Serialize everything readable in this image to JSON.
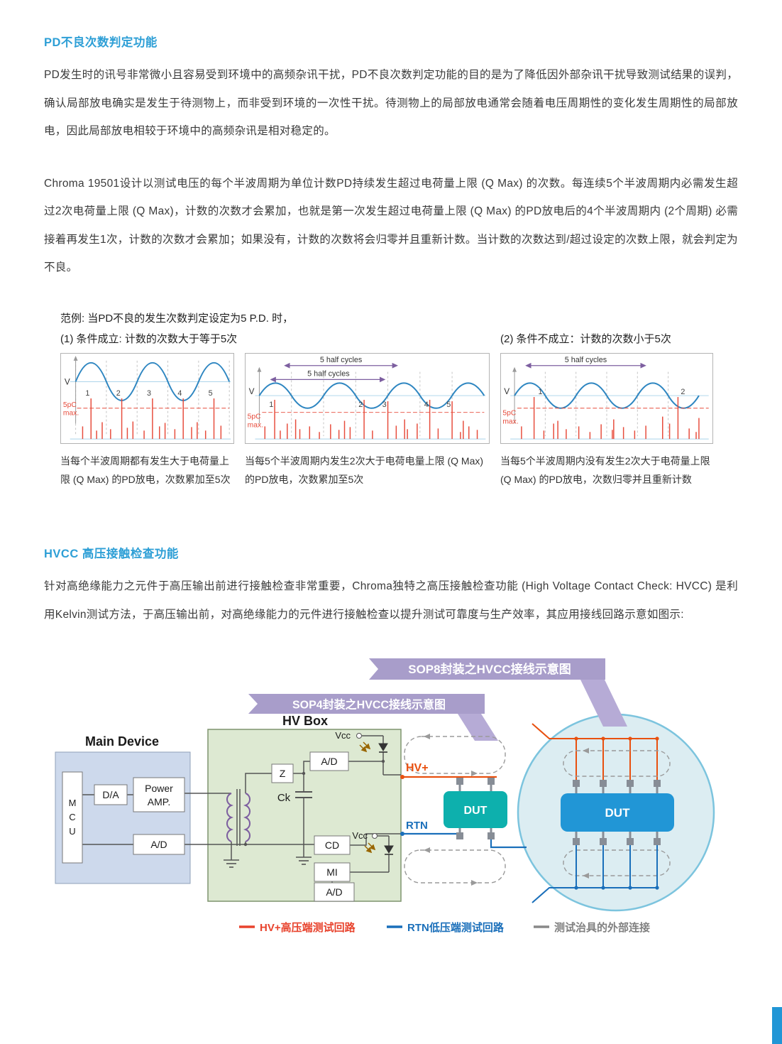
{
  "doc": {
    "section1": {
      "heading": "PD不良次数判定功能",
      "para1": "PD发生时的讯号非常微小且容易受到环境中的高频杂讯干扰，PD不良次数判定功能的目的是为了降低因外部杂讯干扰导致测试结果的误判，确认局部放电确实是发生于待测物上，而非受到环境的一次性干扰。待测物上的局部放电通常会随着电压周期性的变化发生周期性的局部放电，因此局部放电相较于环境中的高频杂讯是相对稳定的。",
      "para2": "Chroma 19501设计以测试电压的每个半波周期为单位计数PD持续发生超过电荷量上限 (Q Max) 的次数。每连续5个半波周期内必需发生超过2次电荷量上限 (Q Max)，计数的次数才会累加，也就是第一次发生超过电荷量上限 (Q Max) 的PD放电后的4个半波周期内 (2个周期) 必需接着再发生1次，计数的次数才会累加；如果没有，计数的次数将会归零并且重新计数。当计数的次数达到/超过设定的次数上限，就会判定为不良。"
    },
    "example": {
      "title": "范例: 当PD不良的发生次数判定设定为5 P.D. 时，",
      "cond_met": "(1) 条件成立: 计数的次数大于等于5次",
      "cond_not_met": "(2) 条件不成立：计数的次数小于5次",
      "axis_v": "V",
      "threshold_line1": "5pC",
      "threshold_line2": "max.",
      "half_cycles": "5 half cycles",
      "chart1_numbers": [
        "1",
        "2",
        "3",
        "4",
        "5"
      ],
      "chart2_numbers": [
        "1",
        "2",
        "3",
        "4",
        "5"
      ],
      "chart3_numbers": [
        "1",
        "2"
      ],
      "caption1": "当每个半波周期都有发生大于电荷量上限 (Q Max) 的PD放电，次数累加至5次",
      "caption2": "当每5个半波周期内发生2次大于电荷电量上限 (Q Max) 的PD放电，次数累加至5次",
      "caption3": "当每5个半波周期内没有发生2次大于电荷量上限 (Q Max) 的PD放电，次数归零并且重新计数"
    },
    "section2": {
      "heading": "HVCC 高压接触检查功能",
      "para": "针对高绝缘能力之元件于高压输出前进行接触检查非常重要，Chroma独特之高压接触检查功能 (High Voltage Contact Check: HVCC) 是利用Kelvin测试方法，于高压输出前，对高绝缘能力的元件进行接触检查以提升测试可靠度与生产效率，其应用接线回路示意如图示:"
    },
    "diagram": {
      "banner_sop8": "SOP8封装之HVCC接线示意图",
      "banner_sop4": "SOP4封装之HVCC接线示意图",
      "hv_box": "HV Box",
      "main_device": "Main Device",
      "mcu_letters": [
        "M",
        "C",
        "U"
      ],
      "da": "D/A",
      "power": "Power",
      "amp": "AMP.",
      "ad_main": "A/D",
      "z": "Z",
      "ck": "Ck",
      "ad_top": "A/D",
      "cd": "CD",
      "mi": "MI",
      "ad_bottom": "A/D",
      "vcc_top": "Vcc",
      "vcc_bottom": "Vcc",
      "hv_plus": "HV+",
      "rtn": "RTN",
      "dut_sop4": "DUT",
      "dut_sop8": "DUT",
      "legend_hv": "HV+高压端测试回路",
      "legend_rtn": "RTN低压端测试回路",
      "legend_fixture": "测试治具的外部连接"
    },
    "colors": {
      "heading_blue": "#2E9FD6",
      "hv_orange": "#E8500F",
      "rtn_blue": "#1A6FBA",
      "fixture_gray": "#808080",
      "banner_purple": "#A89DCA",
      "dut_teal": "#0DB0AD",
      "dut_blue": "#2196D6",
      "threshold_red": "#E74C3C",
      "wave_blue": "#2E86C1"
    }
  }
}
